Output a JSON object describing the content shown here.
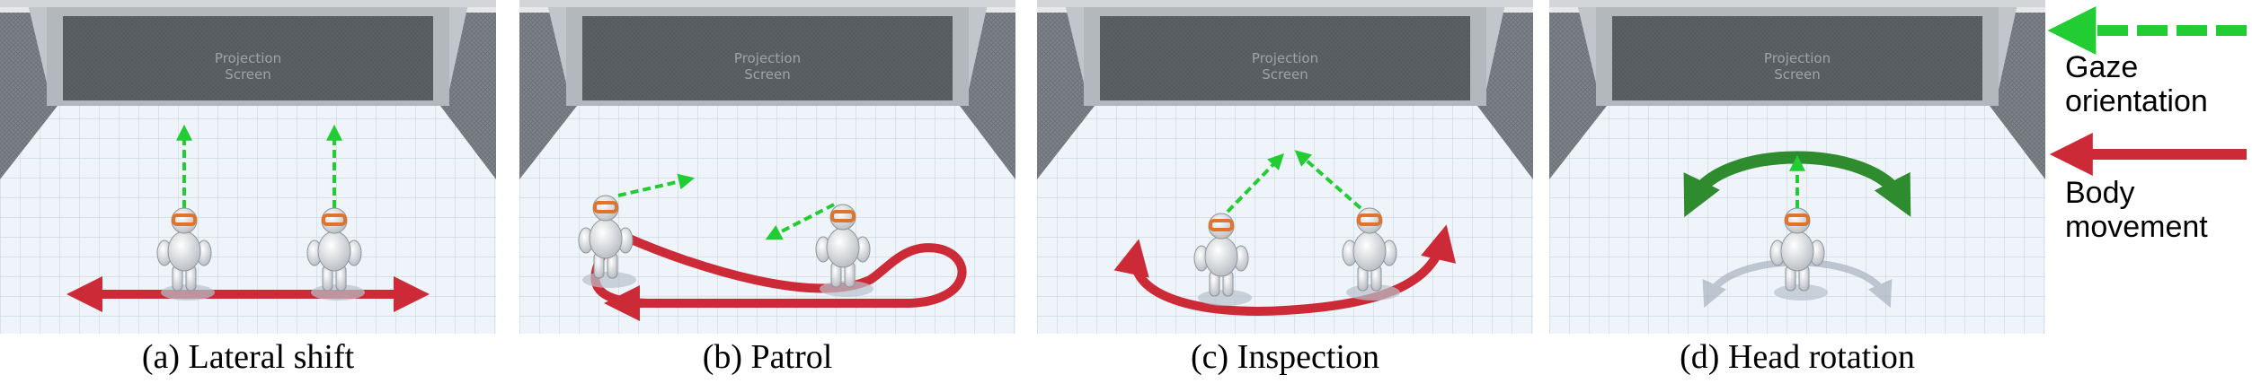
{
  "screen_label": [
    "Projection",
    "Screen"
  ],
  "panels": [
    {
      "caption": "(a) Lateral shift"
    },
    {
      "caption": "(b) Patrol"
    },
    {
      "caption": "(c) Inspection"
    },
    {
      "caption": "(d) Head rotation"
    }
  ],
  "legend": {
    "gaze": [
      "Gaze",
      "orientation"
    ],
    "body": [
      "Body",
      "movement"
    ]
  },
  "colors": {
    "gaze": "#22cc33",
    "body": "#cc2a36",
    "rotation": "#2e8b2e",
    "ghost": "#a9b3bf",
    "headset": "#e0742a",
    "wall": "#9aa0a6",
    "screen": "#62676c",
    "floor": "#eef4f9"
  }
}
